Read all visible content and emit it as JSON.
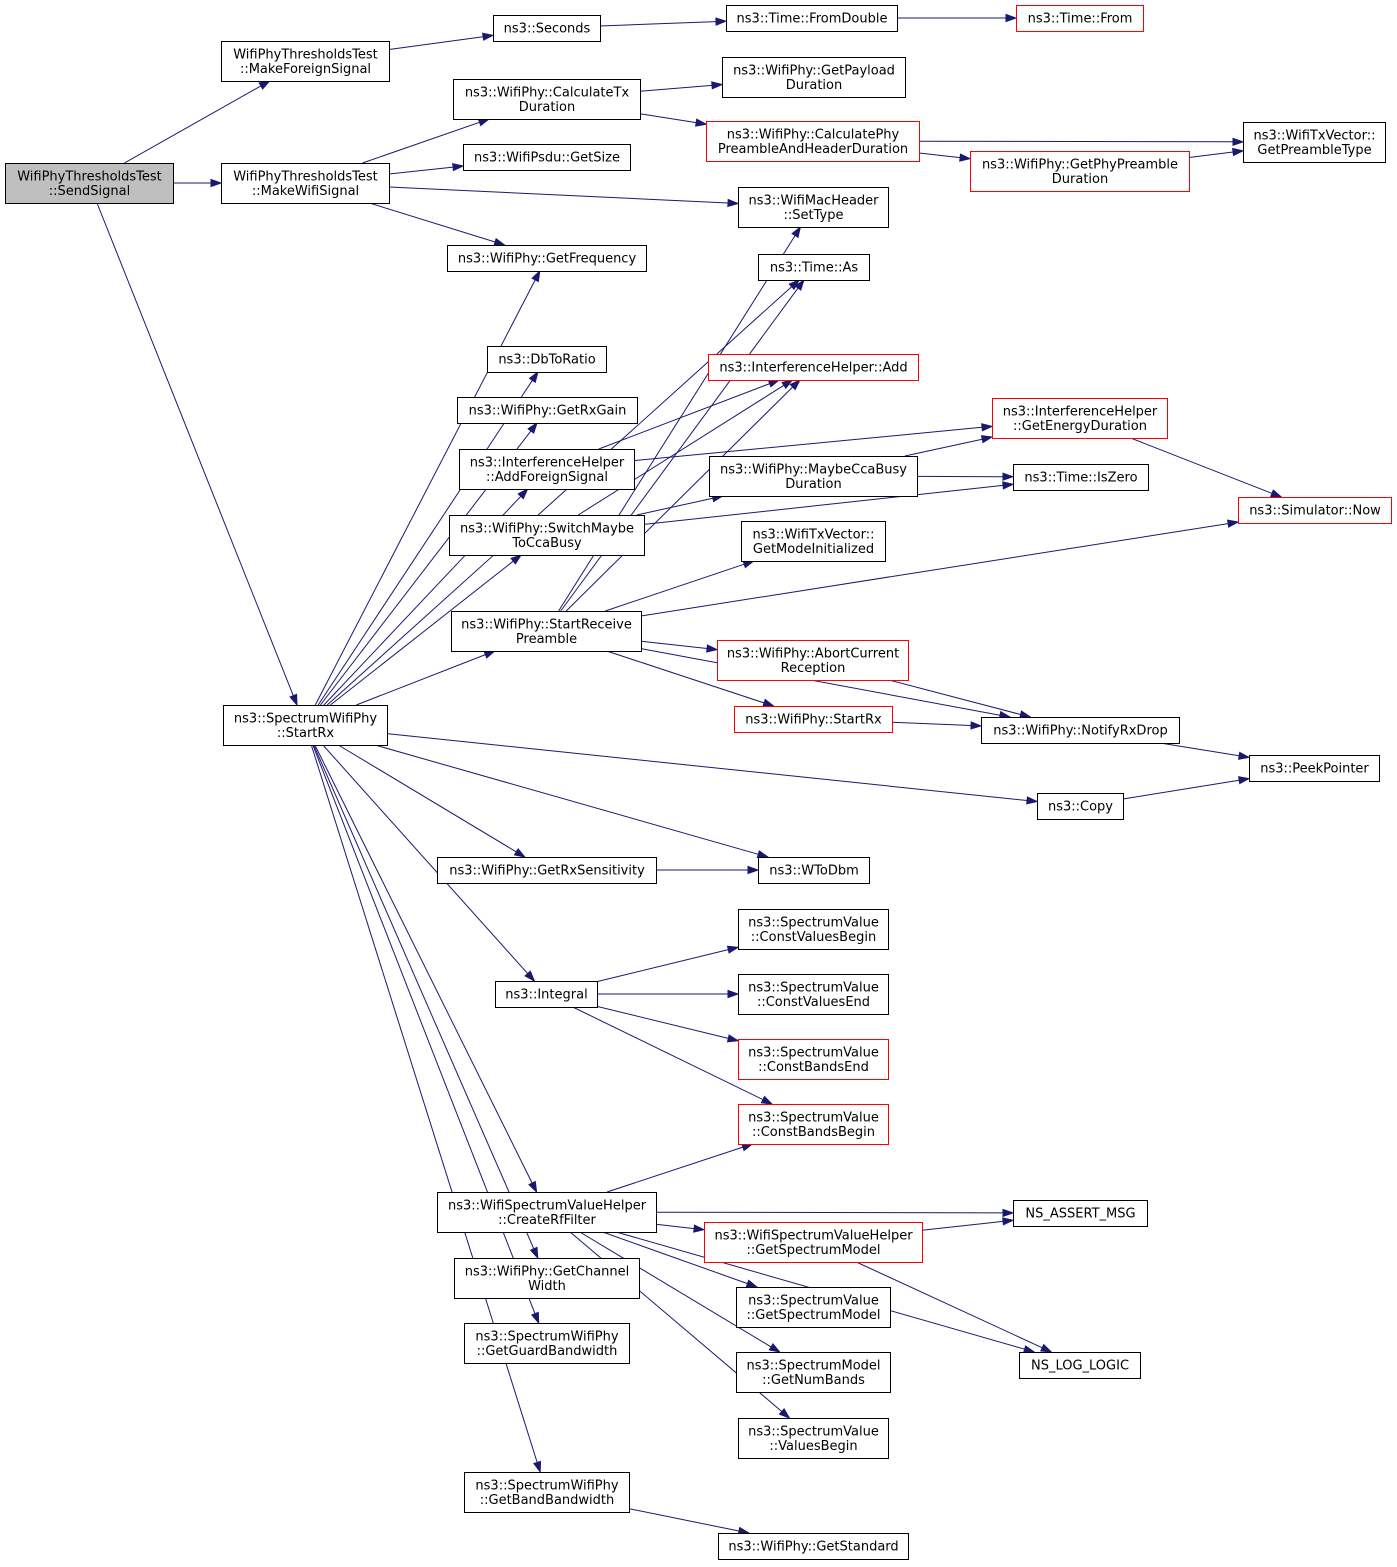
{
  "colors": {
    "edge": "#191970",
    "node_border": "#000000",
    "node_border_undocumented": "#ff0000",
    "root_fill": "#bfbfbf",
    "node_fill": "#ffffff"
  },
  "nodes": {
    "sendsignal": {
      "lines": [
        "WifiPhyThresholdsTest",
        "::SendSignal"
      ],
      "style": "root"
    },
    "makeforeign": {
      "lines": [
        "WifiPhyThresholdsTest",
        "::MakeForeignSignal"
      ],
      "style": "normal"
    },
    "makewifi": {
      "lines": [
        "WifiPhyThresholdsTest",
        "::MakeWifiSignal"
      ],
      "style": "normal"
    },
    "startrx_spec": {
      "lines": [
        "ns3::SpectrumWifiPhy",
        "::StartRx"
      ],
      "style": "normal"
    },
    "seconds": {
      "lines": [
        "ns3::Seconds"
      ],
      "style": "normal"
    },
    "fromdouble": {
      "lines": [
        "ns3::Time::FromDouble"
      ],
      "style": "normal"
    },
    "timefrom": {
      "lines": [
        "ns3::Time::From"
      ],
      "style": "red"
    },
    "calctx": {
      "lines": [
        "ns3::WifiPhy::CalculateTx",
        "Duration"
      ],
      "style": "normal"
    },
    "getpayload": {
      "lines": [
        "ns3::WifiPhy::GetPayload",
        "Duration"
      ],
      "style": "normal"
    },
    "calcphy": {
      "lines": [
        "ns3::WifiPhy::CalculatePhy",
        "PreambleAndHeaderDuration"
      ],
      "style": "red"
    },
    "getpreambletype": {
      "lines": [
        "ns3::WifiTxVector::",
        "GetPreambleType"
      ],
      "style": "normal"
    },
    "getphypreamble": {
      "lines": [
        "ns3::WifiPhy::GetPhyPreamble",
        "Duration"
      ],
      "style": "red"
    },
    "psdugetsize": {
      "lines": [
        "ns3::WifiPsdu::GetSize"
      ],
      "style": "normal"
    },
    "settype": {
      "lines": [
        "ns3::WifiMacHeader",
        "::SetType"
      ],
      "style": "normal"
    },
    "getfrequency": {
      "lines": [
        "ns3::WifiPhy::GetFrequency"
      ],
      "style": "normal"
    },
    "timeas": {
      "lines": [
        "ns3::Time::As"
      ],
      "style": "normal"
    },
    "dbtoratio": {
      "lines": [
        "ns3::DbToRatio"
      ],
      "style": "normal"
    },
    "ihadd": {
      "lines": [
        "ns3::InterferenceHelper::Add"
      ],
      "style": "red"
    },
    "getrxgain": {
      "lines": [
        "ns3::WifiPhy::GetRxGain"
      ],
      "style": "normal"
    },
    "getenergy": {
      "lines": [
        "ns3::InterferenceHelper",
        "::GetEnergyDuration"
      ],
      "style": "red"
    },
    "addforeign": {
      "lines": [
        "ns3::InterferenceHelper",
        "::AddForeignSignal"
      ],
      "style": "normal"
    },
    "maybecca": {
      "lines": [
        "ns3::WifiPhy::MaybeCcaBusy",
        "Duration"
      ],
      "style": "normal"
    },
    "iszero": {
      "lines": [
        "ns3::Time::IsZero"
      ],
      "style": "normal"
    },
    "simnow": {
      "lines": [
        "ns3::Simulator::Now"
      ],
      "style": "red"
    },
    "switchcca": {
      "lines": [
        "ns3::WifiPhy::SwitchMaybe",
        "ToCcaBusy"
      ],
      "style": "normal"
    },
    "getmodeinit": {
      "lines": [
        "ns3::WifiTxVector::",
        "GetModeInitialized"
      ],
      "style": "normal"
    },
    "startpreamble": {
      "lines": [
        "ns3::WifiPhy::StartReceive",
        "Preamble"
      ],
      "style": "normal"
    },
    "abort": {
      "lines": [
        "ns3::WifiPhy::AbortCurrent",
        "Reception"
      ],
      "style": "red"
    },
    "wifistartrx": {
      "lines": [
        "ns3::WifiPhy::StartRx"
      ],
      "style": "red"
    },
    "notifyrxdrop": {
      "lines": [
        "ns3::WifiPhy::NotifyRxDrop"
      ],
      "style": "normal"
    },
    "peekpointer": {
      "lines": [
        "ns3::PeekPointer"
      ],
      "style": "normal"
    },
    "copy": {
      "lines": [
        "ns3::Copy"
      ],
      "style": "normal"
    },
    "getrxsens": {
      "lines": [
        "ns3::WifiPhy::GetRxSensitivity"
      ],
      "style": "normal"
    },
    "wtodbm": {
      "lines": [
        "ns3::WToDbm"
      ],
      "style": "normal"
    },
    "cvbegin": {
      "lines": [
        "ns3::SpectrumValue",
        "::ConstValuesBegin"
      ],
      "style": "normal"
    },
    "integral": {
      "lines": [
        "ns3::Integral"
      ],
      "style": "normal"
    },
    "cvend": {
      "lines": [
        "ns3::SpectrumValue",
        "::ConstValuesEnd"
      ],
      "style": "normal"
    },
    "cbend": {
      "lines": [
        "ns3::SpectrumValue",
        "::ConstBandsEnd"
      ],
      "style": "red"
    },
    "cbbegin": {
      "lines": [
        "ns3::SpectrumValue",
        "::ConstBandsBegin"
      ],
      "style": "red"
    },
    "createrf": {
      "lines": [
        "ns3::WifiSpectrumValueHelper",
        "::CreateRfFilter"
      ],
      "style": "normal"
    },
    "assertmsg": {
      "lines": [
        "NS_ASSERT_MSG"
      ],
      "style": "normal"
    },
    "helpergetmodel": {
      "lines": [
        "ns3::WifiSpectrumValueHelper",
        "::GetSpectrumModel"
      ],
      "style": "red"
    },
    "getchannelwidth": {
      "lines": [
        "ns3::WifiPhy::GetChannel",
        "Width"
      ],
      "style": "normal"
    },
    "svgetmodel": {
      "lines": [
        "ns3::SpectrumValue",
        "::GetSpectrumModel"
      ],
      "style": "normal"
    },
    "getguard": {
      "lines": [
        "ns3::SpectrumWifiPhy",
        "::GetGuardBandwidth"
      ],
      "style": "normal"
    },
    "getnumbands": {
      "lines": [
        "ns3::SpectrumModel",
        "::GetNumBands"
      ],
      "style": "normal"
    },
    "loglogic": {
      "lines": [
        "NS_LOG_LOGIC"
      ],
      "style": "normal"
    },
    "valuesbegin": {
      "lines": [
        "ns3::SpectrumValue",
        "::ValuesBegin"
      ],
      "style": "normal"
    },
    "getbandbw": {
      "lines": [
        "ns3::SpectrumWifiPhy",
        "::GetBandBandwidth"
      ],
      "style": "normal"
    },
    "getstandard": {
      "lines": [
        "ns3::WifiPhy::GetStandard"
      ],
      "style": "normal"
    }
  },
  "edges": [
    [
      "sendsignal",
      "makeforeign"
    ],
    [
      "sendsignal",
      "makewifi"
    ],
    [
      "sendsignal",
      "startrx_spec"
    ],
    [
      "makeforeign",
      "seconds"
    ],
    [
      "seconds",
      "fromdouble"
    ],
    [
      "fromdouble",
      "timefrom"
    ],
    [
      "makewifi",
      "calctx"
    ],
    [
      "makewifi",
      "psdugetsize"
    ],
    [
      "makewifi",
      "settype"
    ],
    [
      "makewifi",
      "getfrequency"
    ],
    [
      "calctx",
      "getpayload"
    ],
    [
      "calctx",
      "calcphy"
    ],
    [
      "calcphy",
      "getpreambletype"
    ],
    [
      "calcphy",
      "getphypreamble"
    ],
    [
      "getphypreamble",
      "getpreambletype"
    ],
    [
      "startrx_spec",
      "getfrequency"
    ],
    [
      "startrx_spec",
      "timeas"
    ],
    [
      "startrx_spec",
      "dbtoratio"
    ],
    [
      "startrx_spec",
      "getrxgain"
    ],
    [
      "startrx_spec",
      "addforeign"
    ],
    [
      "startrx_spec",
      "switchcca"
    ],
    [
      "startrx_spec",
      "startpreamble"
    ],
    [
      "startrx_spec",
      "copy"
    ],
    [
      "startrx_spec",
      "getrxsens"
    ],
    [
      "startrx_spec",
      "wtodbm"
    ],
    [
      "startrx_spec",
      "integral"
    ],
    [
      "startrx_spec",
      "createrf"
    ],
    [
      "startrx_spec",
      "getchannelwidth"
    ],
    [
      "startrx_spec",
      "getguard"
    ],
    [
      "startrx_spec",
      "getbandbw"
    ],
    [
      "addforeign",
      "ihadd"
    ],
    [
      "addforeign",
      "getenergy"
    ],
    [
      "switchcca",
      "ihadd"
    ],
    [
      "switchcca",
      "iszero"
    ],
    [
      "switchcca",
      "maybecca"
    ],
    [
      "maybecca",
      "getenergy"
    ],
    [
      "maybecca",
      "iszero"
    ],
    [
      "getenergy",
      "simnow"
    ],
    [
      "startpreamble",
      "settype"
    ],
    [
      "startpreamble",
      "timeas"
    ],
    [
      "startpreamble",
      "ihadd"
    ],
    [
      "startpreamble",
      "getmodeinit"
    ],
    [
      "startpreamble",
      "simnow"
    ],
    [
      "startpreamble",
      "abort"
    ],
    [
      "startpreamble",
      "wifistartrx"
    ],
    [
      "startpreamble",
      "notifyrxdrop"
    ],
    [
      "abort",
      "notifyrxdrop"
    ],
    [
      "wifistartrx",
      "notifyrxdrop"
    ],
    [
      "notifyrxdrop",
      "peekpointer"
    ],
    [
      "copy",
      "peekpointer"
    ],
    [
      "getrxsens",
      "wtodbm"
    ],
    [
      "integral",
      "cvbegin"
    ],
    [
      "integral",
      "cvend"
    ],
    [
      "integral",
      "cbend"
    ],
    [
      "integral",
      "cbbegin"
    ],
    [
      "createrf",
      "cbbegin"
    ],
    [
      "createrf",
      "assertmsg"
    ],
    [
      "createrf",
      "helpergetmodel"
    ],
    [
      "createrf",
      "svgetmodel"
    ],
    [
      "createrf",
      "getnumbands"
    ],
    [
      "createrf",
      "valuesbegin"
    ],
    [
      "createrf",
      "loglogic"
    ],
    [
      "helpergetmodel",
      "assertmsg"
    ],
    [
      "helpergetmodel",
      "loglogic"
    ],
    [
      "getbandbw",
      "getstandard"
    ]
  ]
}
